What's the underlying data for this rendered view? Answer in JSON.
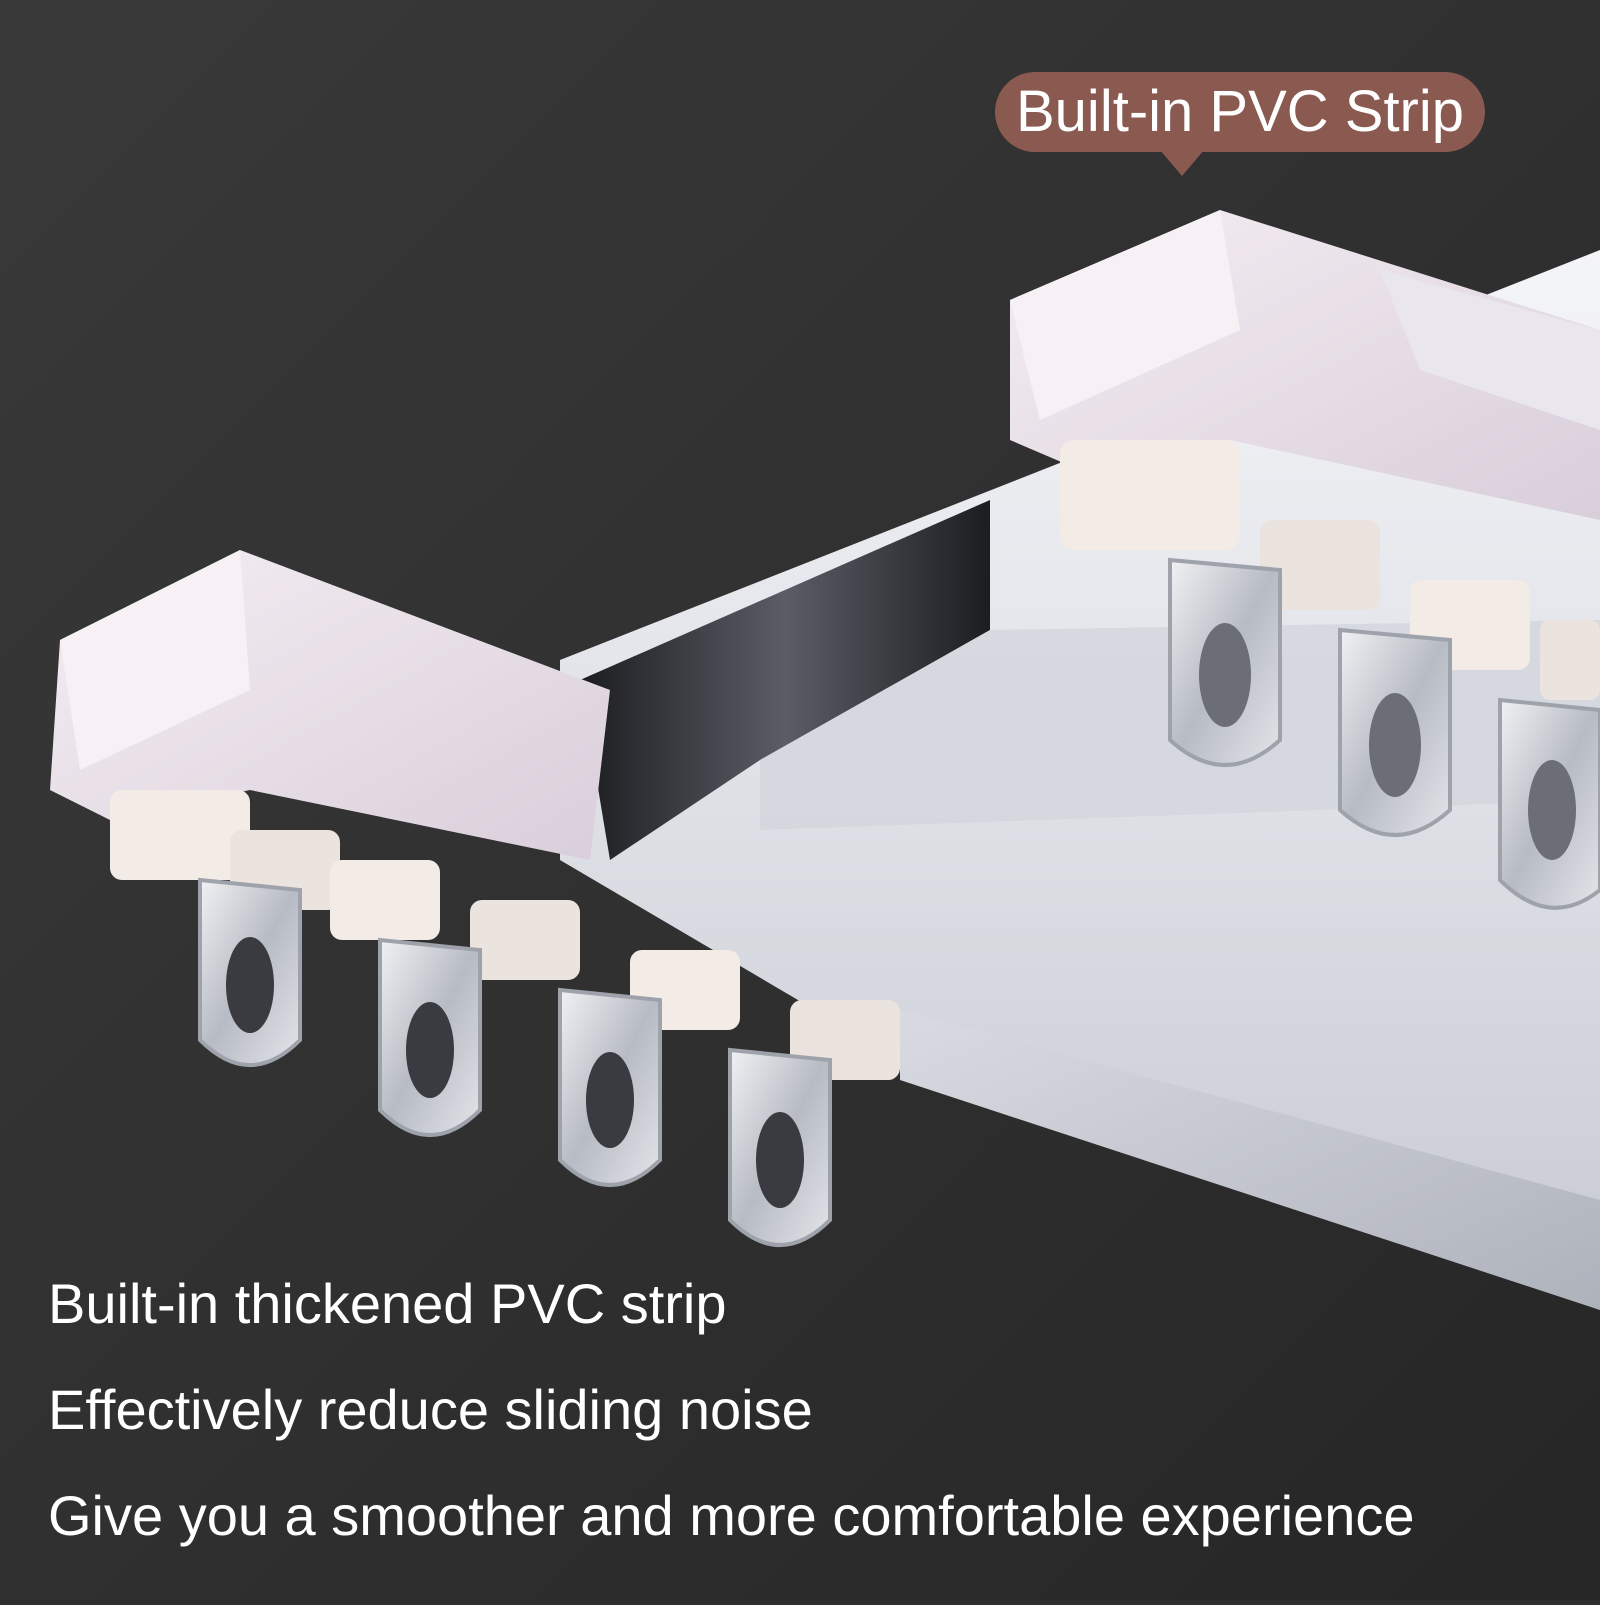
{
  "callout": {
    "text": "Built-in PVC Strip",
    "color": "#8a5a50"
  },
  "captions": [
    "Built-in thickened PVC strip",
    "Effectively reduce sliding noise",
    "Give you a smoother and more comfortable experience"
  ],
  "colors": {
    "background": "#2e2e2e",
    "rail": "#e8e9ee",
    "pvc_strip": "#ece3ea",
    "runner": "#f2ebe6",
    "hook": "#c9ccd3"
  }
}
